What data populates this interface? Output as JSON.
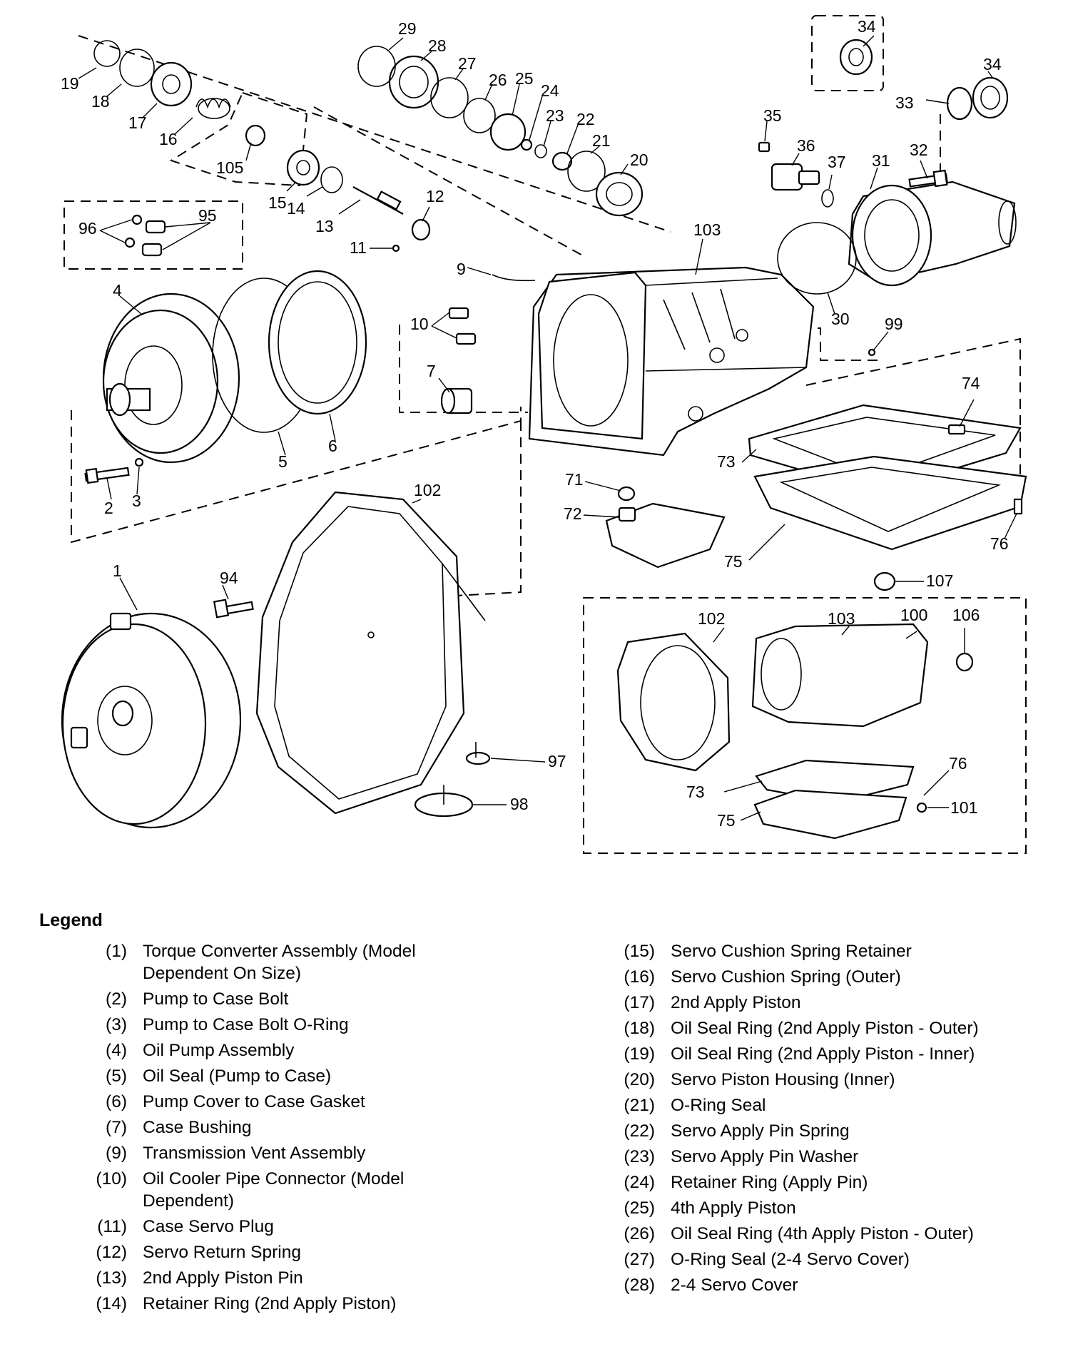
{
  "callouts": [
    "1",
    "2",
    "3",
    "4",
    "5",
    "6",
    "7",
    "9",
    "10",
    "11",
    "12",
    "13",
    "14",
    "15",
    "16",
    "17",
    "18",
    "19",
    "20",
    "21",
    "22",
    "23",
    "24",
    "25",
    "26",
    "27",
    "28",
    "29",
    "30",
    "31",
    "32",
    "33",
    "34",
    "34",
    "35",
    "36",
    "37",
    "71",
    "72",
    "73",
    "73",
    "74",
    "75",
    "75",
    "76",
    "76",
    "94",
    "95",
    "96",
    "97",
    "98",
    "99",
    "100",
    "101",
    "102",
    "102",
    "103",
    "103",
    "105",
    "106",
    "107"
  ],
  "legend": {
    "title": "Legend",
    "left": [
      {
        "num": "(1)",
        "text": "Torque Converter Assembly (Model Dependent On Size)"
      },
      {
        "num": "(2)",
        "text": "Pump to Case Bolt"
      },
      {
        "num": "(3)",
        "text": "Pump to Case Bolt O-Ring"
      },
      {
        "num": "(4)",
        "text": "Oil Pump Assembly"
      },
      {
        "num": "(5)",
        "text": "Oil Seal (Pump to Case)"
      },
      {
        "num": "(6)",
        "text": "Pump Cover to Case Gasket"
      },
      {
        "num": "(7)",
        "text": "Case Bushing"
      },
      {
        "num": "(9)",
        "text": "Transmission Vent Assembly"
      },
      {
        "num": "(10)",
        "text": "Oil Cooler Pipe Connector (Model Dependent)"
      },
      {
        "num": "(11)",
        "text": "Case Servo Plug"
      },
      {
        "num": "(12)",
        "text": "Servo Return Spring"
      },
      {
        "num": "(13)",
        "text": "2nd Apply Piston Pin"
      },
      {
        "num": "(14)",
        "text": "Retainer Ring (2nd Apply Piston)"
      }
    ],
    "right": [
      {
        "num": "(15)",
        "text": "Servo Cushion Spring Retainer"
      },
      {
        "num": "(16)",
        "text": "Servo Cushion Spring (Outer)"
      },
      {
        "num": "(17)",
        "text": "2nd Apply Piston"
      },
      {
        "num": "(18)",
        "text": "Oil Seal Ring (2nd Apply Piston - Outer)"
      },
      {
        "num": "(19)",
        "text": "Oil Seal Ring (2nd Apply Piston - Inner)"
      },
      {
        "num": "(20)",
        "text": "Servo Piston Housing (Inner)"
      },
      {
        "num": "(21)",
        "text": "O-Ring Seal"
      },
      {
        "num": "(22)",
        "text": "Servo Apply Pin Spring"
      },
      {
        "num": "(23)",
        "text": "Servo Apply Pin Washer"
      },
      {
        "num": "(24)",
        "text": "Retainer Ring (Apply Pin)"
      },
      {
        "num": "(25)",
        "text": "4th Apply Piston"
      },
      {
        "num": "(26)",
        "text": "Oil Seal Ring (4th Apply Piston - Outer)"
      },
      {
        "num": "(27)",
        "text": "O-Ring Seal (2-4 Servo Cover)"
      },
      {
        "num": "(28)",
        "text": "2-4 Servo Cover"
      }
    ]
  }
}
